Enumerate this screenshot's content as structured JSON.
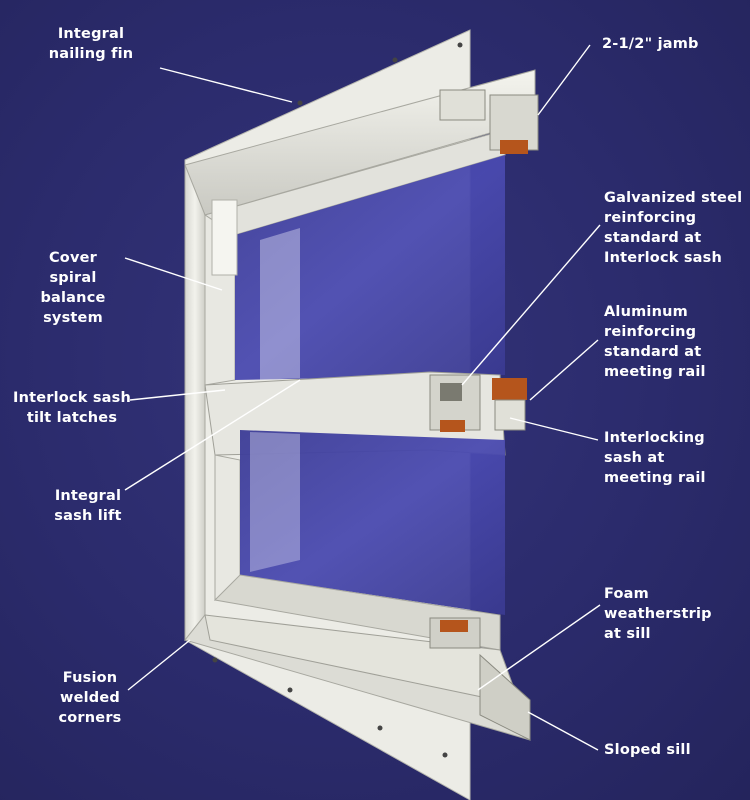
{
  "labels": {
    "nailing_fin": "Integral\nnailing fin",
    "jamb": "2-1/2\"  jamb",
    "galvanized_steel": "Galvanized steel\nreinforcing\nstandard at\nInterlock sash",
    "cover_spiral": "Cover\nspiral\nbalance\nsystem",
    "aluminum": "Aluminum\nreinforcing\nstandard at\nmeeting  rail",
    "interlock_latches": "Interlock sash\ntilt latches",
    "interlocking_sash": "Interlocking\nsash at\nmeeting  rail",
    "sash_lift": "Integral\nsash lift",
    "foam_weatherstrip": "Foam\nweatherstrip\nat sill",
    "fusion_welded": "Fusion\nwelded\ncorners",
    "sloped_sill": "Sloped sill"
  },
  "colors": {
    "background": "#2b2b6c",
    "frame": "#e6e6e0",
    "glass": "#4a4aa8",
    "callout_line": "#ffffff",
    "weatherstrip": "#b5551c",
    "steel": "#7a7a70"
  }
}
